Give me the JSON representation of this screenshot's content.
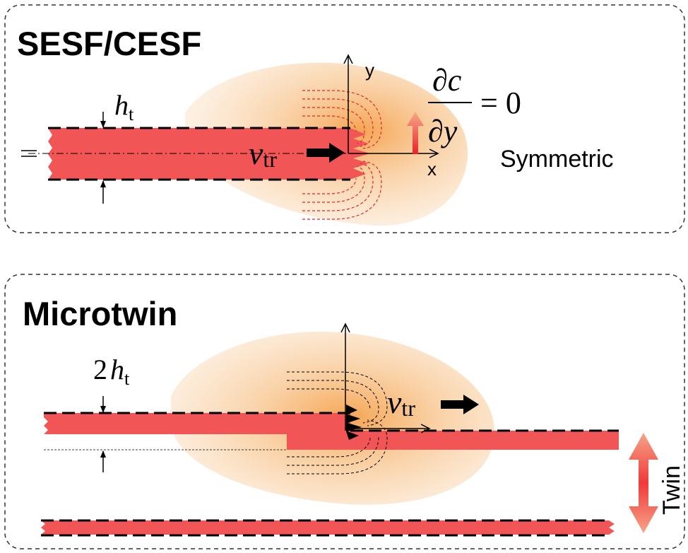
{
  "panels": {
    "top": {
      "title": "SESF/CESF",
      "thickness_label": {
        "var": "h",
        "sub": "t"
      },
      "velocity_label": {
        "var": "v",
        "sub": "tr"
      },
      "axis_y": "y",
      "axis_x": "x",
      "boundary_condition": {
        "numerator": "∂c",
        "denominator": "∂y",
        "rhs": "= 0"
      },
      "symmetry_label": "Symmetric"
    },
    "bottom": {
      "title": "Microtwin",
      "thickness_label": {
        "coef": "2",
        "var": "h",
        "sub": "t"
      },
      "velocity_label": {
        "var": "v",
        "sub": "tr"
      },
      "twin_label": "Twin"
    }
  },
  "colors": {
    "fault": "#f25555",
    "diffusion_inner": "#f5a04a",
    "diffusion_outer": "#fbe3c8",
    "flux_red": "#e8232a",
    "twin_arrow": "#f08a6a"
  }
}
